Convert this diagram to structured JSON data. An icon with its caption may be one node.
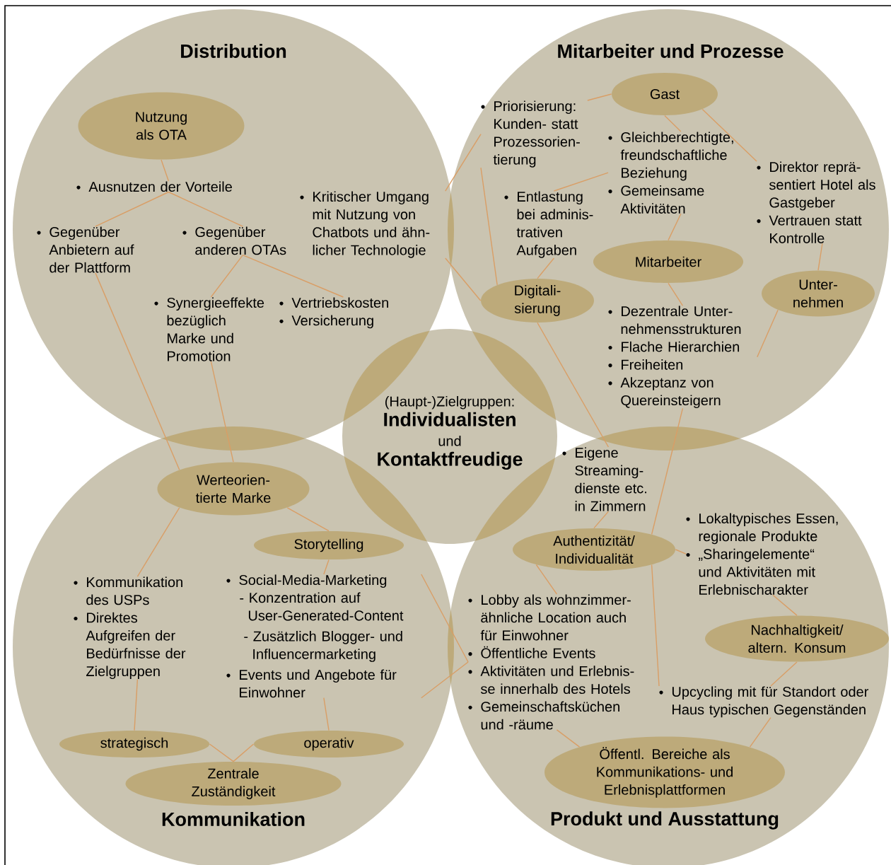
{
  "diagram": {
    "nodes": [
      {
        "text": [
          "Distribution"
        ]
      },
      {
        "text": [
          "Mitarbeiter und Prozesse"
        ]
      },
      {
        "text": [
          "(Haupt-)Zielgruppen:",
          "Individualisten",
          "und",
          "Kontaktfreudige"
        ]
      },
      {
        "text": [
          "Kommunikation"
        ]
      },
      {
        "text": [
          "Produkt und Ausstattung"
        ]
      },
      {
        "text": [
          "Nutzung als OTA"
        ],
        "in": 0
      },
      {
        "text": [
          "Ausnutzen der Vorteile"
        ],
        "in": 0
      },
      {
        "text": [
          "Gegenüber Anbietern auf der Plattform"
        ],
        "in": 0
      },
      {
        "text": [
          "Gegenüber anderen OTAs"
        ],
        "in": 0
      },
      {
        "text": [
          "Synergieeffekte bezüglich Marke und Promotion"
        ],
        "in": 0
      },
      {
        "text": [
          "Vertriebskosten",
          "Versicherung"
        ],
        "in": 0
      },
      {
        "text": [
          "Kritischer Umgang mit Nutzung von Chatbots und ähn- licher Technologie"
        ],
        "in": 0
      },
      {
        "text": [
          "Gast"
        ],
        "in": 1
      },
      {
        "text": [
          "Priorisierung: Kunden- statt Prozessorien- tierung"
        ],
        "in": 1
      },
      {
        "text": [
          "Gleichberechtigte, freundschaftliche Beziehung",
          "Gemeinsame Aktivitäten"
        ],
        "in": 1
      },
      {
        "text": [
          "Direktor reprä- sentiert Hotel als Gastgeber",
          "Vertrauen statt Kontrolle"
        ],
        "in": 1
      },
      {
        "text": [
          "Entlastung bei adminis- trativen Aufgaben"
        ],
        "in": 1
      },
      {
        "text": [
          "Mitarbeiter"
        ],
        "in": 1
      },
      {
        "text": [
          "Unter- nehmen"
        ],
        "in": 1
      },
      {
        "text": [
          "Digitali- sierung"
        ],
        "in": 1
      },
      {
        "text": [
          "Dezentrale Unter- nehmensstrukturen",
          "Flache Hierarchien",
          "Freiheiten",
          "Akzeptanz von Quereinsteigern"
        ],
        "in": 1
      },
      {
        "text": [
          "Eigene Streaming- dienste etc. in Zimmern"
        ],
        "in": 4
      },
      {
        "text": [
          "Authentizität/ Individualität"
        ],
        "in": 4
      },
      {
        "text": [
          "Lokaltypisches Essen, regionale Produkte",
          "„Sharingelemente“ und Aktivitäten mit Erlebnischarakter"
        ],
        "in": 4
      },
      {
        "text": [
          "Nachhaltigkeit/ altern. Konsum"
        ],
        "in": 4
      },
      {
        "text": [
          "Lobby als wohnzimmer- ähnliche Location auch für Einwohner",
          "Öffentliche Events",
          "Aktivitäten und Erlebnis- se innerhalb des Hotels",
          "Gemeinschaftsküchen und -räume"
        ],
        "in": 4
      },
      {
        "text": [
          "Upcycling mit für Standort oder Haus typischen Gegenständen"
        ],
        "in": 4
      },
      {
        "text": [
          "Öffentl. Bereiche als Kommunikations- und Erlebnisplattformen"
        ],
        "in": 4
      },
      {
        "text": [
          "Werteorien- tierte Marke"
        ],
        "in": 3
      },
      {
        "text": [
          "Storytelling"
        ],
        "in": 3
      },
      {
        "text": [
          "Kommunikation des USPs",
          "Direktes Aufgreifen der Bedürfnisse der Zielgruppen"
        ],
        "in": 3
      },
      {
        "text": [
          "Social-Media-Marketing",
          "- Konzentration auf User-Generated-Content",
          "- Zusätzlich Blogger- und Influencermarketing",
          "Events und Angebote für Einwohner"
        ],
        "in": 3
      },
      {
        "text": [
          "strategisch"
        ],
        "in": 3
      },
      {
        "text": [
          "operativ"
        ],
        "in": 3
      },
      {
        "text": [
          "Zentrale Zuständigkeit"
        ],
        "in": 3
      }
    ],
    "edges": [
      {
        "from": 5,
        "to": 6,
        "arrow": "none"
      },
      {
        "from": 6,
        "to": 7,
        "arrow": "none"
      },
      {
        "from": 6,
        "to": 8,
        "arrow": "none"
      },
      {
        "from": 8,
        "to": 9,
        "arrow": "none"
      },
      {
        "from": 8,
        "to": 10,
        "arrow": "none"
      },
      {
        "from": 7,
        "to": 28,
        "arrow": "none"
      },
      {
        "from": 9,
        "to": 28,
        "arrow": "none"
      },
      {
        "from": 11,
        "to": 19,
        "arrow": "none"
      },
      {
        "from": 11,
        "to": 13,
        "arrow": "none"
      },
      {
        "from": 13,
        "to": 12,
        "arrow": "none"
      },
      {
        "from": 12,
        "to": 14,
        "arrow": "none"
      },
      {
        "from": 12,
        "to": 15,
        "arrow": "none"
      },
      {
        "from": 16,
        "to": 14,
        "arrow": "none"
      },
      {
        "from": 14,
        "to": 17,
        "arrow": "none"
      },
      {
        "from": 16,
        "to": 19,
        "arrow": "none"
      },
      {
        "from": 13,
        "to": 19,
        "arrow": "none"
      },
      {
        "from": 15,
        "to": 18,
        "arrow": "none"
      },
      {
        "from": 17,
        "to": 20,
        "arrow": "none"
      },
      {
        "from": 18,
        "to": 20,
        "arrow": "none"
      },
      {
        "from": 19,
        "to": 21,
        "arrow": "none"
      },
      {
        "from": 20,
        "to": 22,
        "arrow": "none"
      },
      {
        "from": 21,
        "to": 22,
        "arrow": "none"
      },
      {
        "from": 22,
        "to": 25,
        "arrow": "none"
      },
      {
        "from": 22,
        "to": 26,
        "arrow": "none"
      },
      {
        "from": 23,
        "to": 24,
        "arrow": "none"
      },
      {
        "from": 26,
        "to": 27,
        "arrow": "none"
      },
      {
        "from": 25,
        "to": 27,
        "arrow": "none"
      },
      {
        "from": 28,
        "to": 29,
        "arrow": "none"
      },
      {
        "from": 28,
        "to": 30,
        "arrow": "none"
      },
      {
        "from": 29,
        "to": 31,
        "arrow": "none"
      },
      {
        "from": 31,
        "to": 25,
        "arrow": "none"
      },
      {
        "from": 31,
        "to": 25,
        "arrow": "none"
      },
      {
        "from": 30,
        "to": 32,
        "arrow": "none"
      },
      {
        "from": 31,
        "to": 33,
        "arrow": "none"
      },
      {
        "from": 32,
        "to": 34,
        "arrow": "none"
      },
      {
        "from": 33,
        "to": 34,
        "arrow": "none"
      },
      {
        "from": 22,
        "to": 23,
        "arrow": "none"
      },
      {
        "from": 24,
        "to": 26,
        "arrow": "none"
      }
    ]
  }
}
